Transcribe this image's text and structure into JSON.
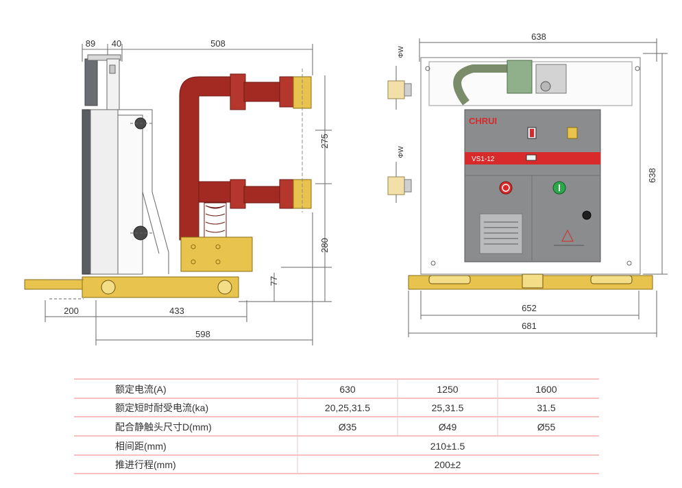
{
  "side_view": {
    "dims": {
      "d89": "89",
      "d40": "40",
      "d508": "508",
      "d275": "275",
      "d280": "280",
      "d77": "77",
      "d200": "200",
      "d433": "433",
      "d598": "598"
    }
  },
  "front_view": {
    "dims": {
      "d638_top": "638",
      "d638_right": "638",
      "d652": "652",
      "d681": "681",
      "phi_w_top": "ΦW",
      "phi_w_mid": "ΦW"
    },
    "panel": {
      "brand": "CHRUI",
      "model": "VS1-12",
      "off_symbol": "O",
      "on_symbol": "I"
    }
  },
  "spec_table": {
    "rows": [
      {
        "label": "额定电流(A)",
        "cells": [
          "630",
          "1250",
          "1600"
        ]
      },
      {
        "label": "额定短时耐受电流(ka)",
        "cells": [
          "20,25,31.5",
          "25,31.5",
          "31.5"
        ]
      },
      {
        "label": "配合静触头尺寸D(mm)",
        "cells": [
          "Ø35",
          "Ø49",
          "Ø55"
        ]
      },
      {
        "label": "相间距(mm)",
        "cells": [
          "210±1.5"
        ]
      },
      {
        "label": "推进行程(mm)",
        "cells": [
          "200±2"
        ]
      }
    ]
  },
  "colors": {
    "insulator": "#a32a22",
    "brass": "#e8c34e",
    "panel": "#8a8c8e",
    "red_band": "#d82a2a",
    "grid_line": "#f08080"
  }
}
